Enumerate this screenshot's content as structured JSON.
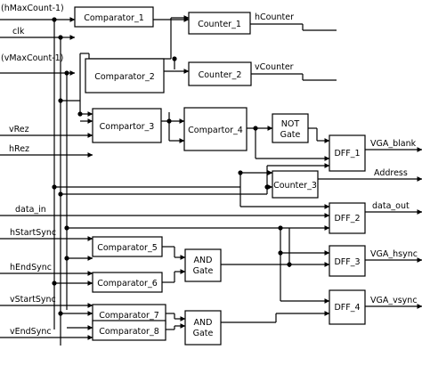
{
  "inputs": {
    "hmax": "(hMaxCount-1)",
    "clk": "clk",
    "vmax": "(vMaxCount-1)",
    "vrez": "vRez",
    "hrez": "hRez",
    "data_in": "data_in",
    "hstartsync": "hStartSync",
    "hendsync": "hEndSync",
    "vstartsync": "vStartSync",
    "vendsync": "vEndSync"
  },
  "outputs": {
    "hcounter": "hCounter",
    "vcounter": "vCounter",
    "vga_blank": "VGA_blank",
    "address": "Address",
    "data_out": "data_out",
    "vga_hsync": "VGA_hsync",
    "vga_vsync": "VGA_vsync"
  },
  "blocks": {
    "comparator_1": "Comparator_1",
    "comparator_2": "Comparator_2",
    "compartor_3": "Compartor_3",
    "compartor_4": "Compartor_4",
    "comparator_5": "Comparator_5",
    "comparator_6": "Comparator_6",
    "comparator_7": "Comparator_7",
    "comparator_8": "Comparator_8",
    "counter_1": "Counter_1",
    "counter_2": "Counter_2",
    "counter_3": "Counter_3",
    "not_gate": [
      "NOT",
      "Gate"
    ],
    "and_gate_1": [
      "AND",
      "Gate"
    ],
    "and_gate_2": [
      "AND",
      "Gate"
    ],
    "dff_1": "DFF_1",
    "dff_2": "DFF_2",
    "dff_3": "DFF_3",
    "dff_4": "DFF_4"
  }
}
